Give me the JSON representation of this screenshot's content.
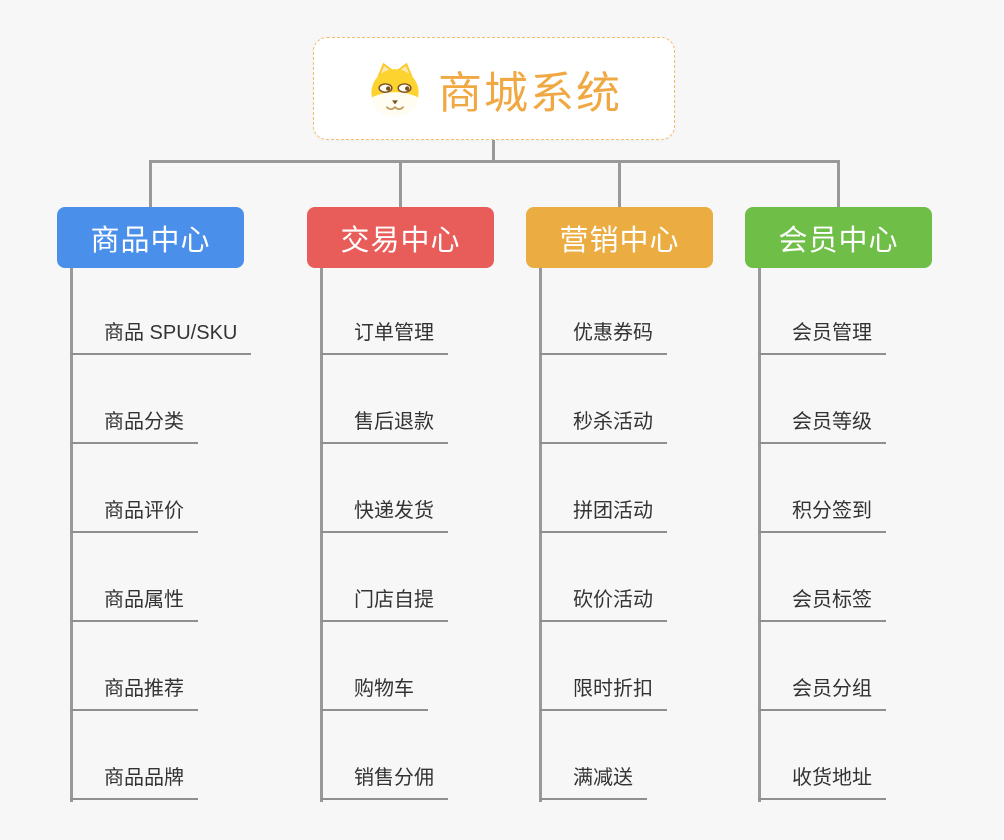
{
  "page": {
    "background": "#f7f7f7",
    "connector_color": "#999999",
    "underline_color": "#8f8f8f"
  },
  "root": {
    "title": "商城系统",
    "icon": "doge-icon",
    "text_color": "#f0a843",
    "border_color": "#f2bc6b"
  },
  "branches": [
    {
      "label": "商品中心",
      "color": "#4a8fea",
      "items": [
        "商品 SPU/SKU",
        "商品分类",
        "商品评价",
        "商品属性",
        "商品推荐",
        "商品品牌"
      ]
    },
    {
      "label": "交易中心",
      "color": "#e85c5a",
      "items": [
        "订单管理",
        "售后退款",
        "快递发货",
        "门店自提",
        "购物车",
        "销售分佣"
      ]
    },
    {
      "label": "营销中心",
      "color": "#ebac41",
      "items": [
        "优惠券码",
        "秒杀活动",
        "拼团活动",
        "砍价活动",
        "限时折扣",
        "满减送"
      ]
    },
    {
      "label": "会员中心",
      "color": "#6ebe47",
      "items": [
        "会员管理",
        "会员等级",
        "积分签到",
        "会员标签",
        "会员分组",
        "收货地址"
      ]
    }
  ]
}
